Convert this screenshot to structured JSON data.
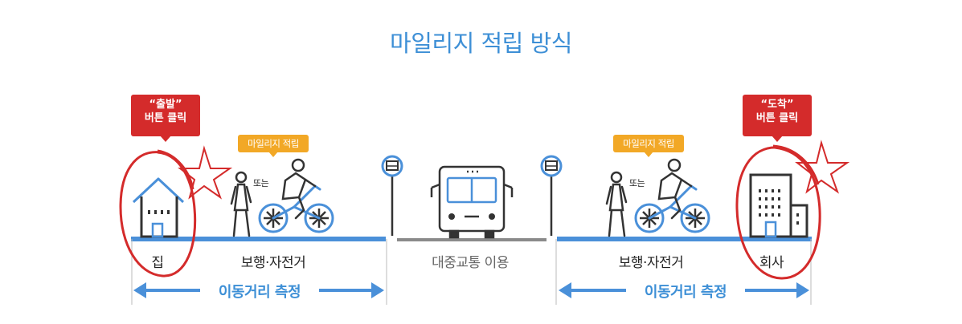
{
  "title": "마일리지 적립 방식",
  "start_badge": {
    "line1": "“출발”",
    "line2": "버튼 클릭"
  },
  "end_badge": {
    "line1": "“도착”",
    "line2": "버튼 클릭"
  },
  "mileage_badge": "마일리지 적립",
  "or_text": "또는",
  "segments": {
    "home": "집",
    "walk_bike_1": "보행·자전거",
    "bus": "대중교통 이용",
    "walk_bike_2": "보행·자전거",
    "company": "회사"
  },
  "measure_label": "이동거리 측정",
  "colors": {
    "blue": "#3d8fd6",
    "red": "#d42b2b",
    "yellow": "#f2a826",
    "gray": "#7a7a7a"
  }
}
